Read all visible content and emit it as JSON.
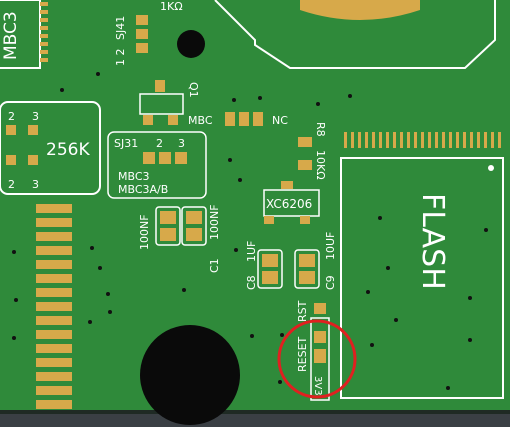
{
  "pcb": {
    "board_color": "#2f8a3a",
    "trace_color": "#3d9c46",
    "pad_color": "#d7a94a",
    "silk_color": "#ffffff",
    "annotation_color": "#e02020",
    "labels": {
      "mbc3_left": "MBC3",
      "sj41": "SJ41",
      "sj41_nums": "1 2",
      "r_top": "1KΩ",
      "q1": "Q1",
      "mbc": "MBC",
      "nc": "NC",
      "r8": "R8",
      "r8_val": "10KΩ",
      "u_256k": "256K",
      "nums_2": "2",
      "nums_3": "3",
      "sj31": "SJ31",
      "mbc3": "MBC3",
      "mbc3ab": "MBC3A/B",
      "xc6206": "XC6206",
      "flash": "FLASH",
      "c_100nf_a": "100NF",
      "c_100nf_b": "100NF",
      "c1": "C1",
      "c8": "C8",
      "c8_val": "1UF",
      "c9": "C9",
      "c9_val": "10UF",
      "rst": "RST",
      "reset": "RESET",
      "v3": "3V3"
    }
  }
}
